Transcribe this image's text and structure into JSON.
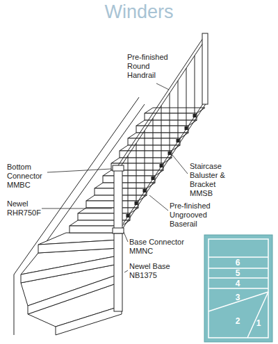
{
  "diagram": {
    "title": "Winders",
    "labels": [
      "Pre-finished Round Handrail",
      "Bottom Connector MMBC",
      "Newel RHR750F",
      "Staircase Baluster & Bracket MMSB",
      "Pre-finished Ungrooved Baserail",
      "Base Connector MMNC",
      "Newel Base NB1375",
      "6",
      "5",
      "4",
      "3",
      "2",
      "1"
    ]
  }
}
